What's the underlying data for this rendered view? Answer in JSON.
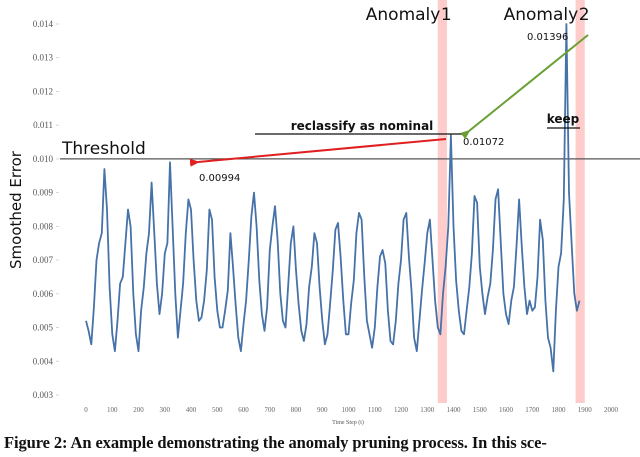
{
  "chart_data": {
    "type": "line",
    "title": "",
    "xlabel": "Time Step (t)",
    "ylabel": "Smoothed Error",
    "xlim": [
      0,
      2000
    ],
    "ylim": [
      0.003,
      0.014
    ],
    "x_ticks": [
      "0",
      "100",
      "200",
      "300",
      "400",
      "500",
      "600",
      "700",
      "800",
      "900",
      "1000",
      "1100",
      "1200",
      "1300",
      "1400",
      "1500",
      "1600",
      "1700",
      "1800",
      "1900",
      "2000"
    ],
    "y_ticks": [
      "0.003",
      "0.004",
      "0.005",
      "0.006",
      "0.007",
      "0.008",
      "0.009",
      "0.010",
      "0.011",
      "0.012",
      "0.013",
      "0.014"
    ],
    "threshold": {
      "label": "Threshold",
      "value": 0.01
    },
    "series": [
      {
        "name": "Smoothed Error",
        "color": "#4672a8",
        "x": [
          0,
          10,
          20,
          30,
          40,
          50,
          60,
          70,
          80,
          90,
          100,
          110,
          120,
          130,
          140,
          150,
          160,
          170,
          180,
          190,
          200,
          210,
          220,
          230,
          240,
          250,
          260,
          270,
          280,
          290,
          300,
          310,
          320,
          330,
          340,
          350,
          360,
          370,
          380,
          390,
          400,
          410,
          420,
          430,
          440,
          450,
          460,
          470,
          480,
          490,
          500,
          510,
          520,
          530,
          540,
          550,
          560,
          570,
          580,
          590,
          600,
          610,
          620,
          630,
          640,
          650,
          660,
          670,
          680,
          690,
          700,
          710,
          720,
          730,
          740,
          750,
          760,
          770,
          780,
          790,
          800,
          810,
          820,
          830,
          840,
          850,
          860,
          870,
          880,
          890,
          900,
          910,
          920,
          930,
          940,
          950,
          960,
          970,
          980,
          990,
          1000,
          1010,
          1020,
          1030,
          1040,
          1050,
          1060,
          1070,
          1080,
          1090,
          1100,
          1110,
          1120,
          1130,
          1140,
          1150,
          1160,
          1170,
          1180,
          1190,
          1200,
          1210,
          1220,
          1230,
          1240,
          1250,
          1260,
          1270,
          1280,
          1290,
          1300,
          1310,
          1320,
          1330,
          1340,
          1350,
          1360,
          1370,
          1380,
          1390,
          1400,
          1410,
          1420,
          1430,
          1440,
          1450,
          1460,
          1470,
          1480,
          1490,
          1500,
          1510,
          1520,
          1530,
          1540,
          1550,
          1560,
          1570,
          1580,
          1590,
          1600,
          1610,
          1620,
          1630,
          1640,
          1650,
          1660,
          1670,
          1680,
          1690,
          1700,
          1710,
          1720,
          1730,
          1740,
          1750,
          1760,
          1770,
          1780,
          1790,
          1800,
          1810,
          1820,
          1830,
          1840,
          1850,
          1860,
          1870,
          1880,
          1890,
          1900
        ],
        "values": [
          0.0052,
          0.0049,
          0.0045,
          0.0056,
          0.007,
          0.0075,
          0.0078,
          0.0097,
          0.0085,
          0.0062,
          0.0048,
          0.0043,
          0.0052,
          0.0063,
          0.0065,
          0.0075,
          0.0085,
          0.008,
          0.006,
          0.0048,
          0.0043,
          0.0055,
          0.0062,
          0.0072,
          0.0078,
          0.0093,
          0.0078,
          0.0063,
          0.0054,
          0.006,
          0.0072,
          0.0075,
          0.0099,
          0.008,
          0.006,
          0.0047,
          0.0055,
          0.0063,
          0.0078,
          0.0088,
          0.0085,
          0.007,
          0.0058,
          0.0052,
          0.0053,
          0.0058,
          0.0067,
          0.0085,
          0.0082,
          0.0065,
          0.0055,
          0.005,
          0.005,
          0.0055,
          0.0061,
          0.0078,
          0.0068,
          0.0057,
          0.0047,
          0.0043,
          0.0051,
          0.0058,
          0.007,
          0.0083,
          0.009,
          0.008,
          0.0064,
          0.0054,
          0.0049,
          0.0056,
          0.0073,
          0.008,
          0.0086,
          0.0076,
          0.006,
          0.0052,
          0.005,
          0.0062,
          0.0075,
          0.008,
          0.0067,
          0.0057,
          0.0049,
          0.0046,
          0.0051,
          0.0062,
          0.0068,
          0.0078,
          0.0075,
          0.0062,
          0.0052,
          0.0045,
          0.0048,
          0.0057,
          0.0067,
          0.0079,
          0.0081,
          0.0071,
          0.0058,
          0.0048,
          0.0048,
          0.0057,
          0.0064,
          0.0078,
          0.0084,
          0.0082,
          0.0065,
          0.0052,
          0.0048,
          0.0044,
          0.005,
          0.0062,
          0.0071,
          0.0073,
          0.0069,
          0.0055,
          0.0046,
          0.0045,
          0.0052,
          0.0063,
          0.007,
          0.0082,
          0.0084,
          0.0071,
          0.0061,
          0.0047,
          0.0043,
          0.0052,
          0.0061,
          0.0069,
          0.0078,
          0.0082,
          0.007,
          0.0058,
          0.005,
          0.0048,
          0.006,
          0.0068,
          0.008,
          0.0107,
          0.008,
          0.0064,
          0.0055,
          0.0049,
          0.0048,
          0.0055,
          0.0062,
          0.0072,
          0.0089,
          0.0087,
          0.0068,
          0.006,
          0.0054,
          0.0059,
          0.0063,
          0.0073,
          0.0088,
          0.0091,
          0.0075,
          0.006,
          0.0054,
          0.0051,
          0.0058,
          0.0062,
          0.0074,
          0.0088,
          0.0074,
          0.0062,
          0.0054,
          0.0058,
          0.0055,
          0.0056,
          0.0065,
          0.0082,
          0.0076,
          0.0058,
          0.0047,
          0.0044,
          0.0037,
          0.0055,
          0.0068,
          0.0072,
          0.0088,
          0.014,
          0.009,
          0.0075,
          0.006,
          0.0055,
          0.0058
        ]
      }
    ],
    "highlight_regions": [
      {
        "label": "Anomaly 1",
        "x_start": 1340,
        "x_end": 1375,
        "color": "#ffcccc"
      },
      {
        "label": "Anomaly 2",
        "x_start": 1865,
        "x_end": 1900,
        "color": "#ffcccc"
      }
    ],
    "annotations": [
      {
        "text": "0.00994",
        "x": 330,
        "y": 0.00994
      },
      {
        "text": "0.01072",
        "x": 1350,
        "y": 0.01072
      },
      {
        "text": "0.01396",
        "x": 1870,
        "y": 0.01396
      },
      {
        "text": "reclassify as nominal",
        "style": "bold underline",
        "arrow_color": "#e02020",
        "from_x": 1345,
        "to_x": 335
      },
      {
        "text": "keep",
        "style": "bold underline",
        "arrow_color": "#6aa032",
        "from_x": 1860,
        "to_x": 1355
      }
    ],
    "grid": false,
    "legend": null
  },
  "caption": "Figure 2: An example demonstrating the anomaly pruning process. In this sce-"
}
